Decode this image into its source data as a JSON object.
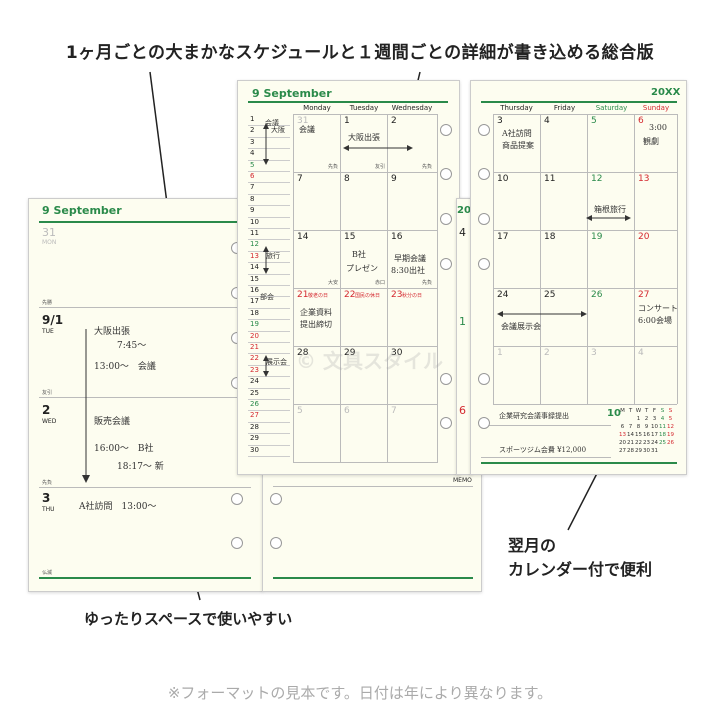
{
  "headline": "1ヶ月ごとの大まかなスケジュールと１週間ごとの詳細が書き込める総合版",
  "callouts": {
    "bottom_left": "ゆったりスペースで使いやすい",
    "right_line1": "翌月の",
    "right_line2": "カレンダー付で便利"
  },
  "footer_note": "※フォーマットの見本です。日付は年により異なります。",
  "watermark": "© 文具スタイル",
  "weekly": {
    "title": "9 September",
    "days": [
      {
        "num": "31",
        "dow": "MON",
        "muted": true
      },
      {
        "num": "9/1",
        "dow": "TUE"
      },
      {
        "num": "2",
        "dow": "WED"
      },
      {
        "num": "3",
        "dow": "THU"
      }
    ],
    "footer_labels": [
      "先勝",
      "友引",
      "先負",
      "仏滅"
    ],
    "notes": {
      "n1": "大阪出張",
      "n2": "7:45〜",
      "n3": "13:00〜　会議",
      "n4": "販売会議",
      "n5": "16:00〜　B社",
      "n6": "18:17〜 新",
      "n7": "A社訪問　13:00〜"
    },
    "memo": "MEMO"
  },
  "monthly_left": {
    "title": "9  September",
    "headers": [
      "Monday",
      "Tuesday",
      "Wednesday"
    ],
    "list_numbers": [
      "1",
      "2",
      "3",
      "4",
      "5",
      "6",
      "7",
      "8",
      "9",
      "10",
      "11",
      "12",
      "13",
      "14",
      "15",
      "16",
      "17",
      "18",
      "19",
      "20",
      "21",
      "22",
      "23",
      "24",
      "25",
      "26",
      "27",
      "28",
      "29",
      "30"
    ],
    "list_notes": {
      "a": "会議",
      "b": "大阪",
      "c": "旅行",
      "d": "部会",
      "e": "展示会"
    },
    "weeks": [
      [
        "31",
        "1",
        "2"
      ],
      [
        "7",
        "8",
        "9"
      ],
      [
        "14",
        "15",
        "16"
      ],
      [
        "21",
        "22",
        "23"
      ],
      [
        "28",
        "29",
        "30"
      ],
      [
        "5",
        "6",
        "7"
      ]
    ],
    "holiday_labels": {
      "d21": "敬老の日",
      "d22": "国民の休日",
      "d23": "秋分の日"
    },
    "rokuyo": [
      "先負",
      "友引",
      "大安",
      "赤口"
    ],
    "notes": {
      "m1": "会議",
      "m2": "大阪出張",
      "m3": "B社",
      "m4": "プレゼン",
      "m5": "早期会議",
      "m6": "8:30出社",
      "m7": "企業資料",
      "m8": "提出締切"
    }
  },
  "monthly_right": {
    "year": "20XX",
    "headers": [
      "Thursday",
      "Friday",
      "Saturday",
      "Sunday"
    ],
    "weeks": [
      [
        "3",
        "4",
        "5",
        "6"
      ],
      [
        "10",
        "11",
        "12",
        "13"
      ],
      [
        "17",
        "18",
        "19",
        "20"
      ],
      [
        "24",
        "25",
        "26",
        "27"
      ],
      [
        "1",
        "2",
        "3",
        "4"
      ]
    ],
    "notes": {
      "r1": "A社訪問",
      "r2": "商品提案",
      "r3": "3:00",
      "r4": "観劇",
      "r5": "箱根旅行",
      "r6": "会議展示会",
      "r7": "コンサート",
      "r8": "6:00会場",
      "r9": "企業研究会議事録提出",
      "r10": "スポーツジム会費 ¥12,000"
    },
    "next_month": {
      "label": "10",
      "dow": [
        "M",
        "T",
        "W",
        "T",
        "F",
        "S",
        "S"
      ],
      "rows": [
        [
          "",
          "",
          "1",
          "2",
          "3",
          "4",
          "5"
        ],
        [
          "6",
          "7",
          "8",
          "9",
          "10",
          "11",
          "12"
        ],
        [
          "13",
          "14",
          "15",
          "16",
          "17",
          "18",
          "19"
        ],
        [
          "20",
          "21",
          "22",
          "23",
          "24",
          "25",
          "26"
        ],
        [
          "27",
          "28",
          "29",
          "30",
          "31",
          "",
          ""
        ]
      ]
    }
  },
  "colors": {
    "accent_green": "#2a8a4a",
    "holiday_red": "#d4282f"
  }
}
